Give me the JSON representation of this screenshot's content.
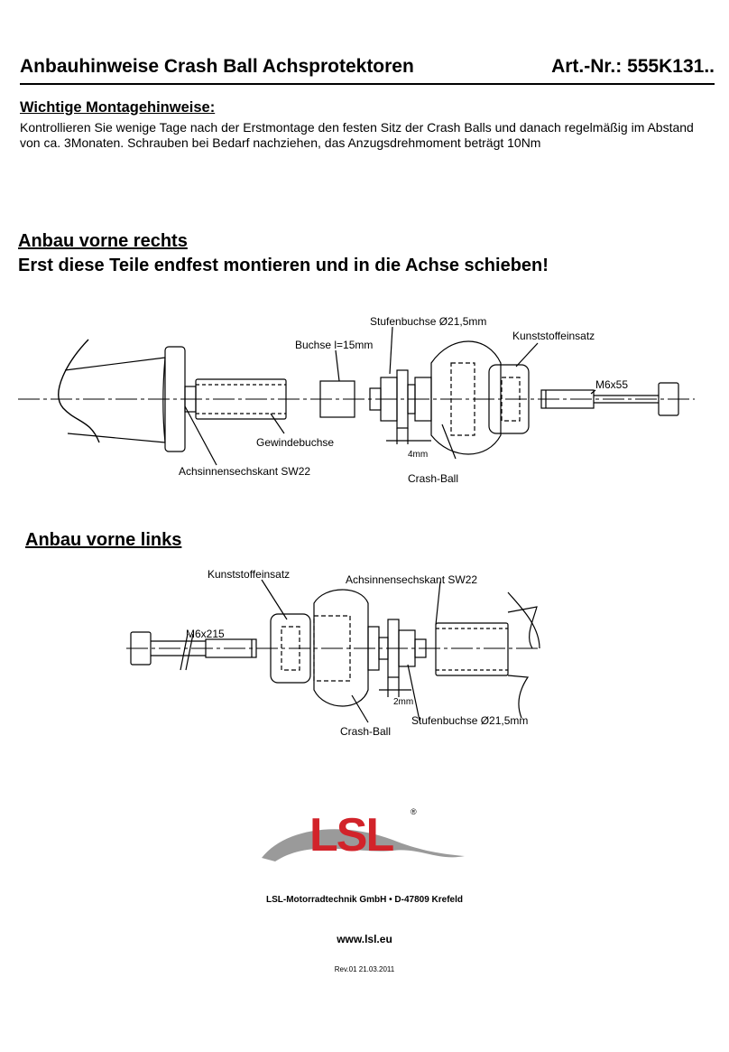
{
  "header": {
    "title": "Anbauhinweise Crash Ball Achsprotektoren",
    "article": "Art.-Nr.: 555K131.."
  },
  "important": {
    "heading": "Wichtige Montagehinweise:",
    "text": "Kontrollieren Sie wenige Tage nach der Erstmontage den festen Sitz der Crash Balls und danach regelmäßig im Abstand von ca. 3Monaten. Schrauben bei Bedarf nachziehen, das Anzugsdrehmoment beträgt 10Nm"
  },
  "section_right": {
    "heading": "Anbau vorne rechts",
    "subheading": "Erst diese Teile endfest montieren und in die Achse schieben!",
    "labels": {
      "stufenbuchse": "Stufenbuchse Ø21,5mm",
      "kunststoffeinsatz": "Kunststoffeinsatz",
      "buchse": "Buchse l=15mm",
      "m6": "M6x55",
      "gewindebuchse": "Gewindebuchse",
      "gap": "4mm",
      "crashball": "Crash-Ball",
      "achsinnensechskant": "Achsinnensechskant SW22"
    }
  },
  "section_left": {
    "heading": "Anbau vorne links",
    "labels": {
      "kunststoffeinsatz": "Kunststoffeinsatz",
      "achsinnensechskant": "Achsinnensechskant SW22",
      "m6": "M6x215",
      "gap": "2mm",
      "stufenbuchse": "Stufenbuchse Ø21,5mm",
      "crashball": "Crash-Ball"
    }
  },
  "logo": {
    "text": "LSL",
    "registered": "®",
    "color_red": "#d2232a",
    "color_grey": "#9a9a9a"
  },
  "footer": {
    "company": "LSL-Motorradtechnik GmbH • D-47809 Krefeld",
    "website": "www.lsl.eu",
    "revision": "Rev.01 21.03.2011"
  }
}
